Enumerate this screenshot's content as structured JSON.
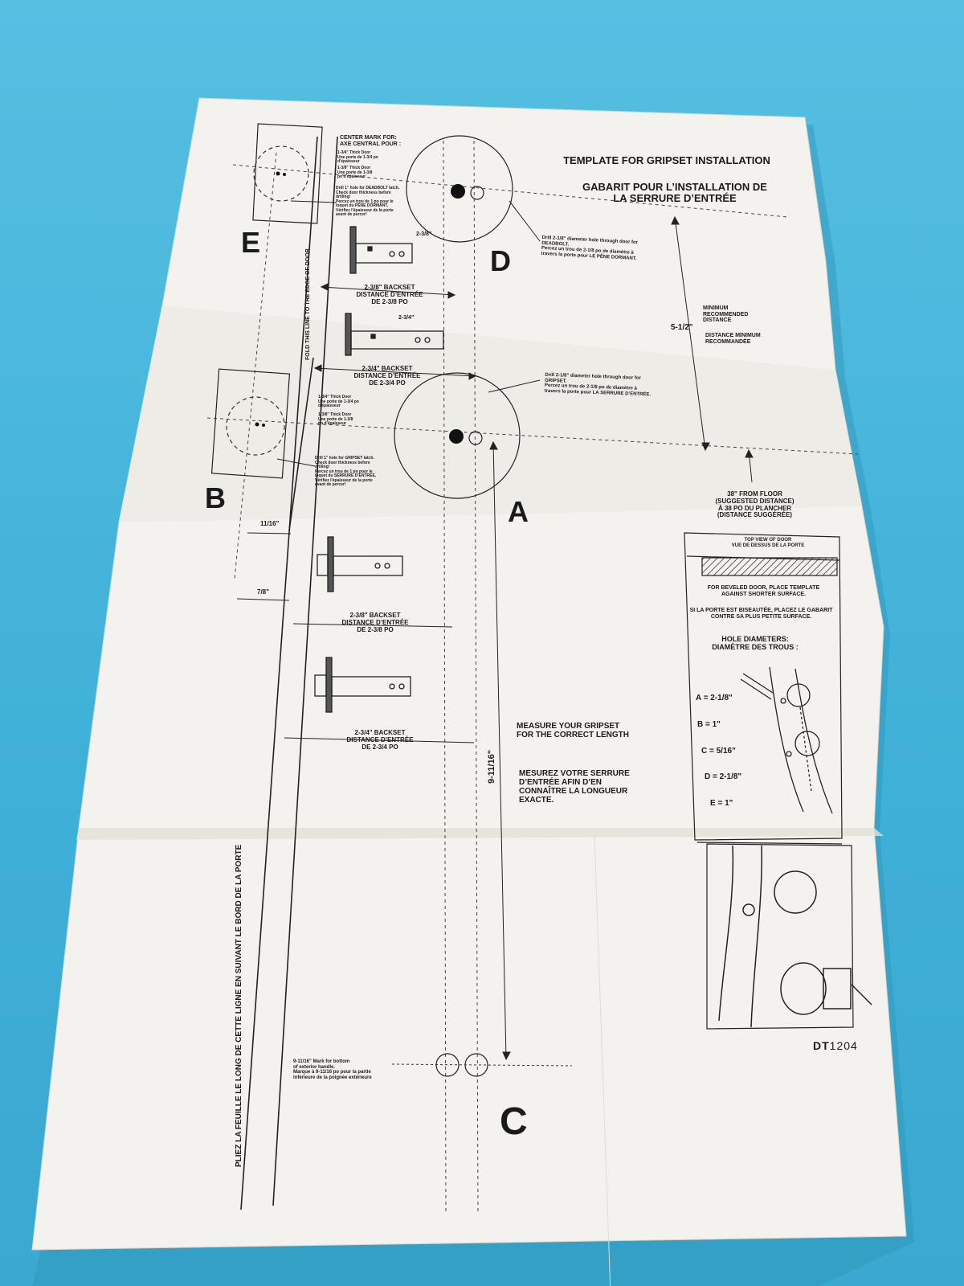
{
  "template": {
    "title_en": "TEMPLATE FOR GRIPSET INSTALLATION",
    "title_fr": "GABARIT POUR L’INSTALLATION DE\nLA SERRURE D’ENTRÉE",
    "center_mark": "CENTER MARK FOR:\nAXE CENTRAL POUR :",
    "thick_door_1_e": "1-3/4\" Thick Door\nUne porte de 1-3/4 po\nd'épaisseur",
    "thick_door_2_e": "1-3/8\" Thick Door\nUne porte de 1-3/8\npo d'épaisseur",
    "deadbolt_latch_note": "Drill 1\" hole for DEADBOLT latch.\nCheck door thickness before\ndrilling!\nPercez un trou de 1 po pour le\nloquet du PÊNE DORMANT.\nVérifiez l'épaisseur de la porte\navant de percer!",
    "letter_e": "E",
    "letter_d": "D",
    "letter_b": "B",
    "letter_a": "A",
    "letter_c": "C",
    "dim_2_3_8": "2-3/8\"",
    "dim_2_3_4": "2-3/4\"",
    "backset_2_3_8_top": "2-3/8\" BACKSET\nDISTANCE D’ENTRÉE\nDE 2-3/8 PO",
    "backset_2_3_4_top": "2-3/4\" BACKSET\nDISTANCE D’ENTRÉE\nDE 2-3/4 PO",
    "fold_line": "FOLD THIS LINE TO THE EDGE OF DOOR",
    "deadbolt_hole_note": "Drill 2-1/8\" diameter hole through door for\nDEADBOLT.\nPercez un trou de 2-1/8 po de diamètre à\ntravers la porte pour LE PÊNE DORMANT.",
    "gripset_hole_note": "Drill 2-1/8\" diameter hole through door for\nGRIPSET.\nPercez un trou de 2-1/8 po de diamètre à\ntravers la porte pour LA SERRURE D’ENTRÉE.",
    "dim_5_1_2": "5-1/2\"",
    "min_distance": "MINIMUM\nRECOMMENDED\nDISTANCE",
    "min_distance_fr": "DISTANCE MINIMUM\nRECOMMANDÉE",
    "thick_door_1_b": "1-3/4\" Thick Door\nUne porte de 1-3/4 po\nd'épaisseur",
    "thick_door_2_b": "1-3/8\" Thick Door\nUne porte de 1-3/8\npo d'épaisseur",
    "gripset_latch_note": "Drill 1\" hole for GRIPSET latch.\nCheck door thickness before\ndrilling!\nPercez un trou de 1 po pour le\nloquet du SERRURE D'ENTRÉE.\nVérifiez l'épaisseur de la porte\navant de percer!",
    "floor_distance": "38\" FROM FLOOR\n(SUGGESTED DISTANCE)\nÀ 38 PO DU PLANCHER\n(DISTANCE SUGGÉRÉE)",
    "dim_11_16": "11/16\"",
    "dim_7_8": "7/8\"",
    "top_view": "TOP VIEW OF DOOR\nVUE DE DESSUS DE LA PORTE",
    "beveled_en": "FOR BEVELED DOOR, PLACE TEMPLATE\nAGAINST SHORTER SURFACE.",
    "beveled_fr": "SI LA PORTE EST BISEAUTÉE, PLACEZ LE GABARIT\nCONTRE SA PLUS PETITE SURFACE.",
    "hole_diameters": "HOLE DIAMETERS:\nDIAMÈTRE DES TROUS :",
    "hole_a": "A = 2-1/8\"",
    "hole_b": "B = 1\"",
    "hole_c": "C = 5/16\"",
    "hole_d": "D = 2-1/8\"",
    "hole_e": "E = 1\"",
    "backset_2_3_8_bottom": "2-3/8\" BACKSET\nDISTANCE D’ENTRÉE\nDE 2-3/8 PO",
    "backset_2_3_4_bottom": "2-3/4\" BACKSET\nDISTANCE D’ENTRÉE\nDE 2-3/4 PO",
    "measure_en": "MEASURE YOUR GRIPSET\nFOR THE CORRECT LENGTH",
    "measure_fr": "MESUREZ VOTRE SERRURE\nD’ENTRÉE AFIN D’EN\nCONNAÎTRE LA LONGUEUR\nEXACTE.",
    "dim_9_11_16": "9-11/16\"",
    "bottom_mark": "9-11/16\" Mark for bottom\nof exterior handle.\nMarque à 9-11/16 po pour la partie\ninférieure de la poignée extérieure",
    "side_fold_text": "PLIEZ LA FEUILLE LE LONG DE CETTE LIGNE EN SUIVANT LE BORD DE LA PORTE",
    "model_prefix": "DT",
    "model_number": "1204"
  },
  "colors": {
    "background": "#3fb2d8",
    "paper": "#f4f2ee",
    "ink": "#1a1a1a"
  }
}
